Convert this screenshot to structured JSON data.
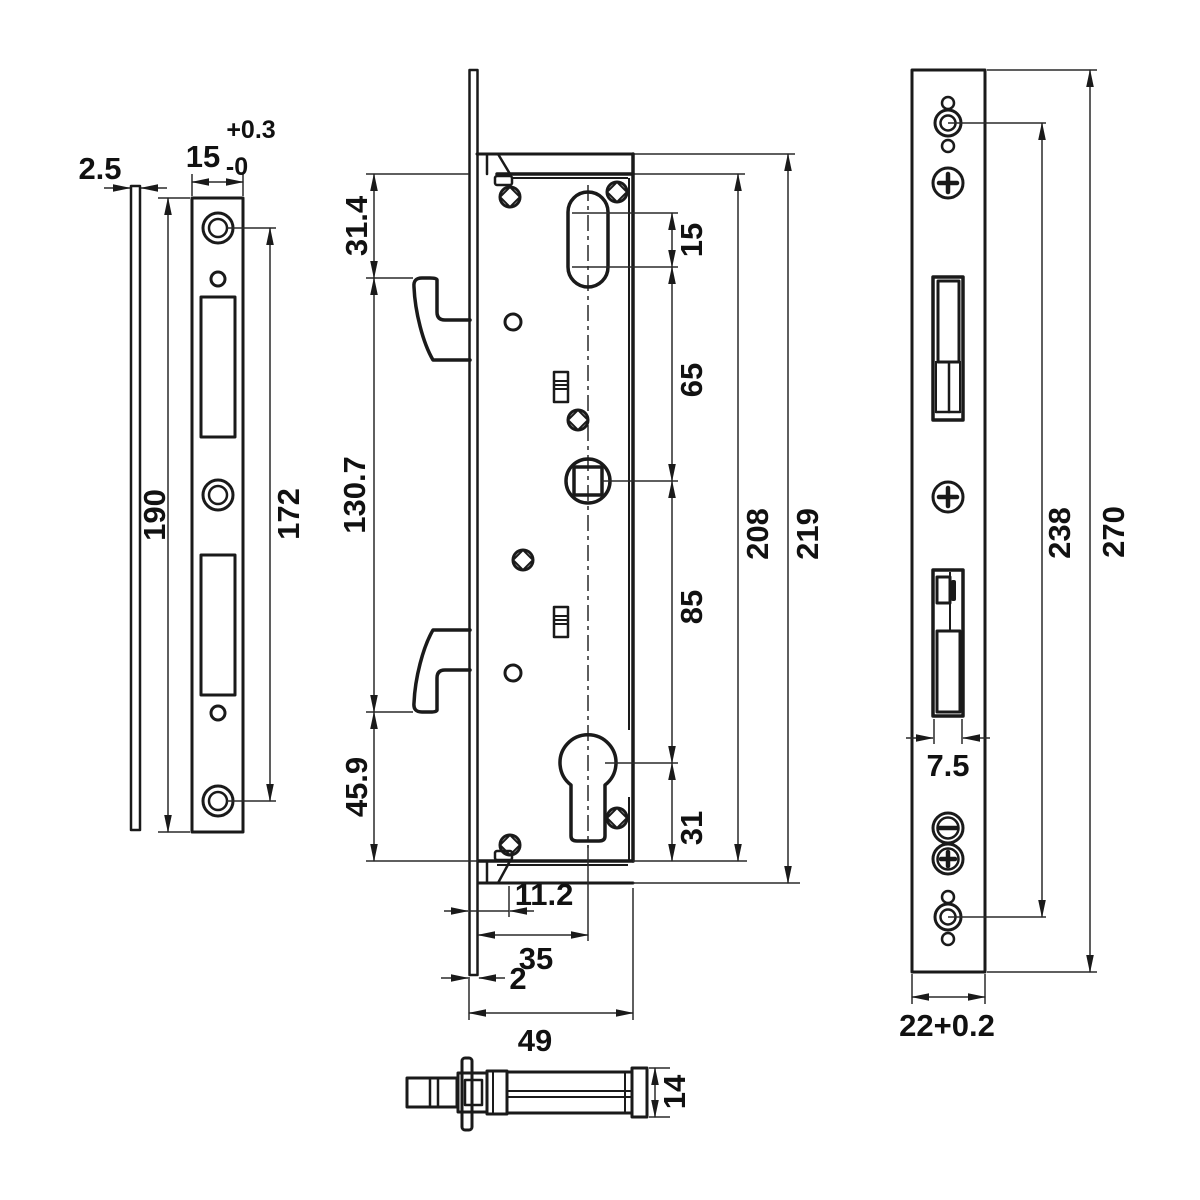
{
  "views": {
    "strike_plate": {
      "dims": {
        "bar_thickness": "2.5",
        "plate_width": "15",
        "plate_width_tol_upper": "+0.3",
        "plate_width_tol_lower": "-0",
        "plate_height": "190",
        "screw_hole_spacing": "172"
      }
    },
    "lock_body": {
      "dims": {
        "case_top_to_hook": "31.4",
        "hook_span": "130.7",
        "hook_to_case_bottom": "45.9",
        "slot_height": "15",
        "slot_to_spindle": "65",
        "spindle_to_cylinder": "85",
        "cylinder_to_case_bottom": "31",
        "case_height": "208",
        "overall_height": "219",
        "latch_inset": "11.2",
        "backset": "35",
        "faceplate_thickness": "2",
        "case_depth": "49"
      }
    },
    "faceplate": {
      "dims": {
        "hole_spacing": "238",
        "overall_height": "270",
        "slot_width": "7.5",
        "plate_width": "22+0.2"
      }
    },
    "edge_view": {
      "dims": {
        "thickness": "14"
      }
    }
  }
}
